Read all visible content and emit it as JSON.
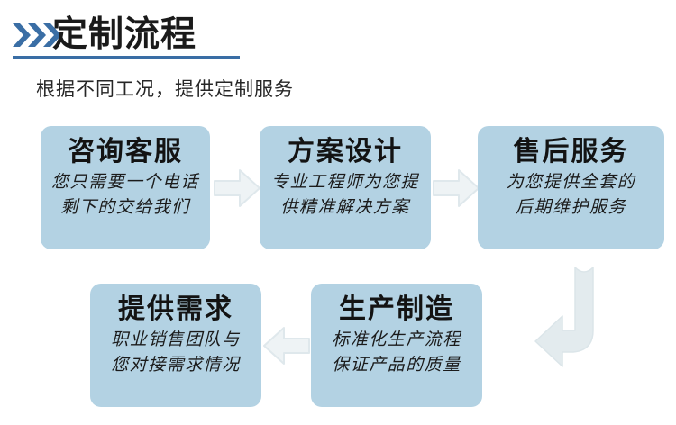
{
  "header": {
    "icon": "triple-chevron-icon",
    "title": "定制流程",
    "subtitle": "根据不同工况，提供定制服务",
    "accent_color": "#3a6ea5",
    "title_color": "#1a1a1a"
  },
  "theme": {
    "card_background": "#b3d2e3",
    "arrow_fill": "#eaf0f2",
    "arrow_stroke": "#dde6ea",
    "page_background": "#ffffff"
  },
  "flow": {
    "steps": [
      {
        "id": "step-1",
        "title": "咨询客服",
        "lines": [
          "您只需要一个电话",
          "剩下的交给我们"
        ]
      },
      {
        "id": "step-2",
        "title": "方案设计",
        "lines": [
          "专业工程师为您提",
          "供精准解决方案"
        ]
      },
      {
        "id": "step-3",
        "title": "售后服务",
        "lines": [
          "为您提供全套的",
          "后期维护服务"
        ]
      },
      {
        "id": "step-4",
        "title": "提供需求",
        "lines": [
          "职业销售团队与",
          "您对接需求情况"
        ]
      },
      {
        "id": "step-5",
        "title": "生产制造",
        "lines": [
          "标准化生产流程",
          "保证产品的质量"
        ]
      }
    ],
    "connectors": [
      {
        "id": "connector-1",
        "icon": "arrow-right-icon",
        "direction": "right"
      },
      {
        "id": "connector-2",
        "icon": "arrow-right-icon",
        "direction": "right"
      },
      {
        "id": "connector-3",
        "icon": "arrow-left-icon",
        "direction": "left"
      },
      {
        "id": "connector-4",
        "icon": "bent-arrow-down-left-icon",
        "direction": "down-left"
      }
    ]
  }
}
